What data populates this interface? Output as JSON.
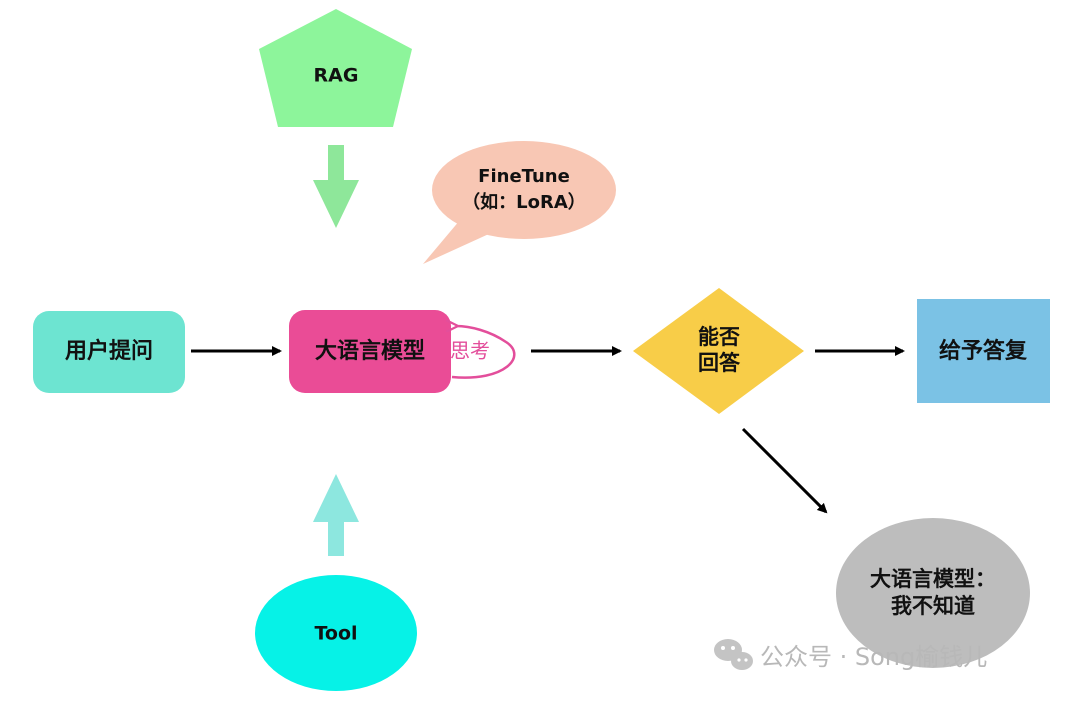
{
  "nodes": {
    "rag": {
      "label": "RAG",
      "color": "#8df59b"
    },
    "finetune": {
      "line1": "FineTune",
      "line2": "（如：LoRA）",
      "color": "#f8c7b4"
    },
    "user_question": {
      "label": "用户提问",
      "color": "#6de4d1"
    },
    "llm": {
      "label": "大语言模型",
      "color": "#ea4c96"
    },
    "think": {
      "label": "思考",
      "color": "#e34e9b"
    },
    "can_answer": {
      "line1": "能否",
      "line2": "回答",
      "color": "#f8cd48"
    },
    "give_answer": {
      "label": "给予答复",
      "color": "#7bc2e5"
    },
    "dont_know": {
      "line1": "大语言模型：",
      "line2": "我不知道",
      "color": "#bdbdbd"
    },
    "tool": {
      "label": "Tool",
      "color": "#06f2e7"
    }
  },
  "arrows": {
    "rag_arrow_color": "#8ee79a",
    "tool_arrow_color": "#8de7df",
    "flow_color": "#000000"
  },
  "watermark": {
    "text": "公众号 · Song榆钱儿",
    "icon": "wechat-icon"
  }
}
